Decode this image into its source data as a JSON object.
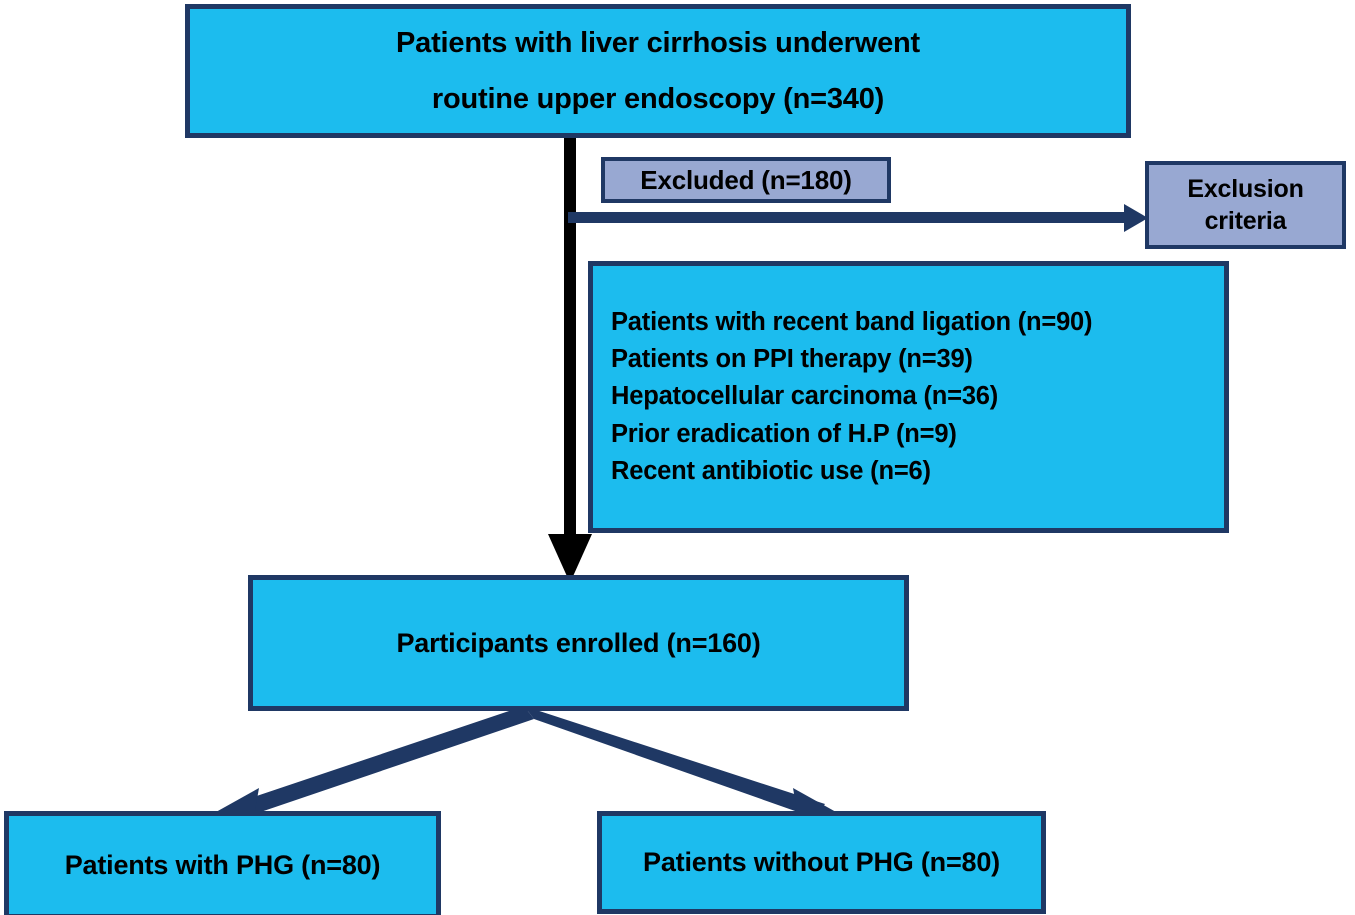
{
  "diagram": {
    "type": "study-flow-diagram",
    "title_box": {
      "line1": "Patients with liver cirrhosis underwent",
      "line2": "routine upper endoscopy (n=340)",
      "n": 340
    },
    "excluded_box": {
      "label": "Excluded (n=180)",
      "n": 180
    },
    "exclusion_criteria_box": {
      "line1": "Exclusion",
      "line2": "criteria"
    },
    "criteria_list": [
      "Patients  with recent band ligation (n=90)",
      "Patients on PPI therapy (n=39)",
      "Hepatocellular carcinoma (n=36)",
      "Prior eradication of H.P (n=9)",
      "Recent antibiotic use (n=6)"
    ],
    "criteria_counts": [
      90,
      39,
      36,
      9,
      6
    ],
    "enrolled_box": {
      "label": "Participants enrolled (n=160)",
      "n": 160
    },
    "outcome_boxes": [
      {
        "label": "Patients with PHG (n=80)",
        "n": 80
      },
      {
        "label": "Patients without PHG (n=80)",
        "n": 80
      }
    ],
    "colors": {
      "primary_fill": "#1cbcee",
      "secondary_fill": "#98a8d2",
      "border": "#1f3864",
      "arrow_navy": "#1f3864",
      "arrow_black": "#000000",
      "text": "#000000",
      "background": "#ffffff"
    },
    "arrows": [
      {
        "name": "main-vertical-arrow",
        "color": "#000000",
        "from": "title-box",
        "to": "enrolled-box"
      },
      {
        "name": "exclusion-arrow",
        "color": "#1f3864",
        "from": "main-vertical-arrow",
        "to": "exclusion-criteria-box"
      },
      {
        "name": "branch-left-arrow",
        "color": "#1f3864",
        "from": "enrolled-box",
        "to": "phg-yes-box"
      },
      {
        "name": "branch-right-arrow",
        "color": "#1f3864",
        "from": "enrolled-box",
        "to": "phg-no-box"
      }
    ]
  }
}
